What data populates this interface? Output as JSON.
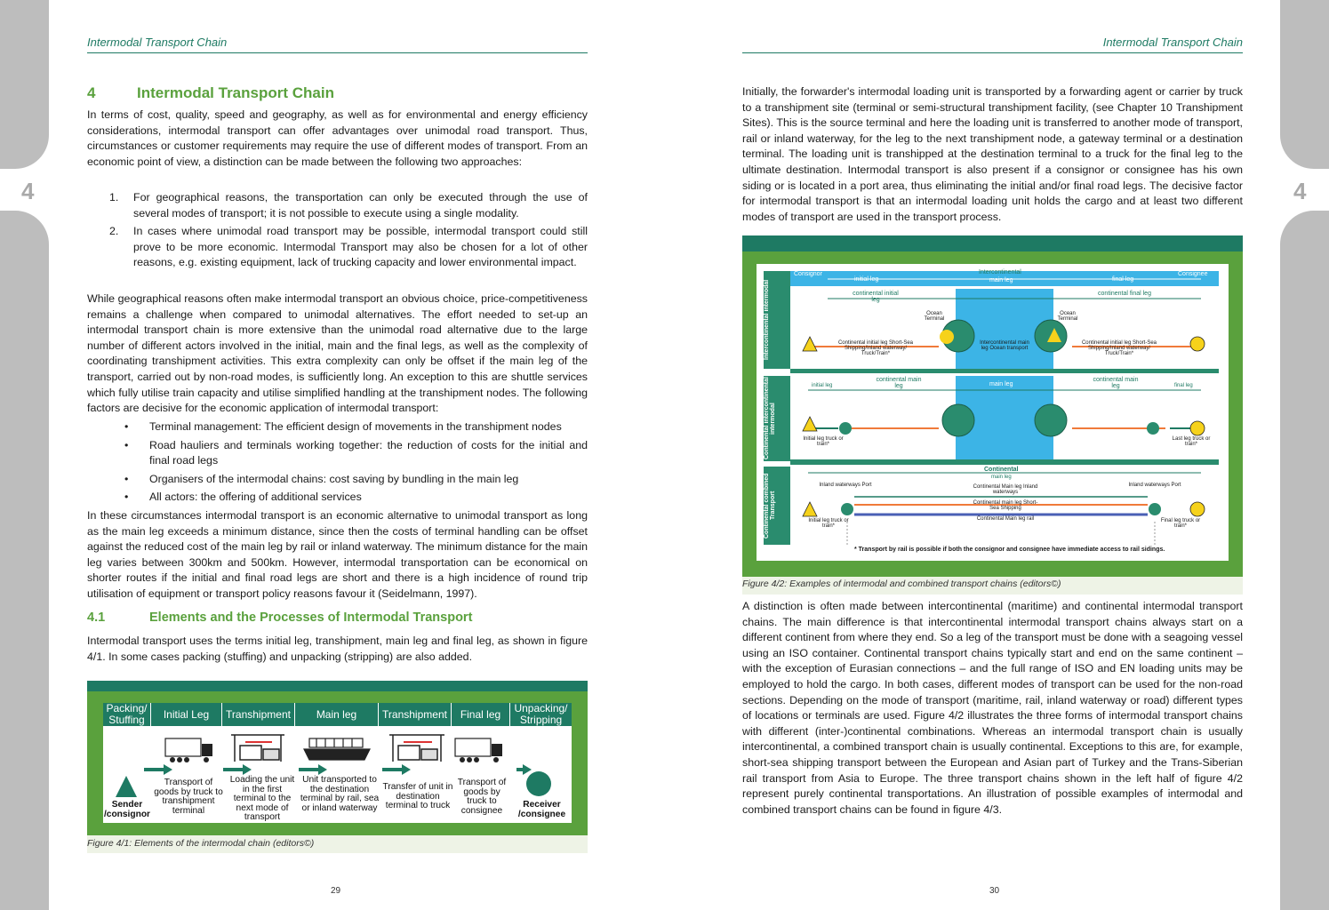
{
  "side_tab_number_left": "4",
  "side_tab_number_right": "4",
  "left_page": {
    "header": "Intermodal Transport Chain",
    "chapter_number": "4",
    "chapter_title": "Intermodal Transport Chain",
    "intro": "In terms of cost, quality, speed and geography, as well as for environmental and energy efficiency considerations, intermodal transport can offer advantages over unimodal road transport. Thus, circumstances or customer requirements may require the use of different modes of transport. From an economic point of view, a distinction can be made between the following two approaches:",
    "numbered": [
      {
        "n": "1.",
        "text": "For geographical reasons, the transportation can only be executed through the use of several modes of transport; it is not possible to execute using a single modality."
      },
      {
        "n": "2.",
        "text": "In cases where unimodal road transport may be possible, intermodal transport could still prove to be more economic. Intermodal Transport may also be chosen for a lot of other reasons, e.g. existing equipment, lack of trucking capacity and lower environmental impact."
      }
    ],
    "para2": "While geographical reasons often make intermodal transport an obvious choice, price-competitiveness remains a challenge when compared to unimodal alternatives. The effort needed to set-up an intermodal transport chain is more extensive than the unimodal road alternative due to the large number of different actors involved in the initial, main and the final legs, as well as the complexity of coordinating transhipment activities. This extra complexity can only be offset if the main leg of the transport, carried out by non-road modes, is sufficiently long. An exception to this are shuttle services which fully utilise train capacity and utilise simplified handling at the transhipment nodes. The following factors are decisive for the economic application of intermodal transport:",
    "bullets": [
      "Terminal management: The efficient design of movements in the transhipment nodes",
      "Road hauliers and terminals working together: the reduction of costs for the initial and final road legs",
      "Organisers of the intermodal chains: cost saving by bundling in the main leg",
      "All actors: the offering of additional services"
    ],
    "para3": "In these circumstances intermodal transport is an economic alternative to unimodal transport as long as the main leg exceeds a minimum distance, since then the costs of terminal handling can be offset against the reduced cost of the main leg by rail or inland waterway. The minimum distance for the main leg varies between 300km and 500km. However, intermodal transportation can be economical on shorter routes if the initial and final road legs are short and there is a high incidence of round trip utilisation of equipment or transport policy reasons favour it (Seidelmann, 1997).",
    "section_number": "4.1",
    "section_title": "Elements and the Processes of Intermodal Transport",
    "para4": "Intermodal transport uses the terms initial leg, transhipment, main leg and final leg, as shown in figure 4/1. In some cases packing (stuffing) and unpacking (stripping) are also added.",
    "figure1": {
      "headers": [
        "Packing/ Stuffing",
        "Initial Leg",
        "Transhipment",
        "Main leg",
        "Transhipment",
        "Final leg",
        "Unpacking/ Stripping"
      ],
      "sender": "Sender /consignor",
      "receiver": "Receiver /consignee",
      "steps": [
        "Transport of goods by truck to transhipment terminal",
        "Loading the unit in the first terminal to the next mode of transport",
        "Unit transported to the destination terminal by rail, sea or inland waterway",
        "Transfer of unit in destination terminal to truck",
        "Transport of goods by truck to consignee"
      ],
      "colors": {
        "header": "#1e7a63",
        "arrow": "#1e7a63",
        "frame": "#5aa13d"
      }
    },
    "figure1_caption": "Figure 4/1: Elements of the intermodal chain (editors©)",
    "page_number": "29"
  },
  "right_page": {
    "header": "Intermodal Transport Chain",
    "para1": "Initially, the forwarder's intermodal loading unit is transported by a forwarding agent or carrier by truck to a transhipment site (terminal or semi-structural transhipment facility, (see Chapter 10 Transhipment Sites). This is the source terminal and here the loading unit is transferred to another mode of transport, rail or inland waterway, for the leg to the next transhipment node, a gateway terminal or a destination terminal. The loading unit is transhipped at the destination terminal to a truck for the final leg to the ultimate destination. Intermodal transport is also present if a consignor or consignee has his own siding or is located in a port area, thus eliminating the initial and/or final road legs. The decisive factor for intermodal transport is that an intermodal loading unit holds the cargo and at least two different modes of transport are used in the transport process.",
    "figure2": {
      "row_labels": [
        "Intercontinental intermodal",
        "Continental intercontinental intermodal",
        "Continental combined Transport"
      ],
      "row1": {
        "consignor": "Consignor",
        "consignee": "Consignee",
        "initial_leg": "initial leg",
        "intercontinental": "Intercontinental",
        "main_leg": "main leg",
        "final_leg": "final leg",
        "continental_initial": "continental initial leg",
        "continental_final": "continental final leg",
        "ocean_terminal": "Ocean Terminal",
        "continental_initial_text": "Continental initial leg Short-Sea Shipping/Inland waterway/ Truck/Train*",
        "ocean_transport": "Intercontinental main leg Ocean transport"
      },
      "row2": {
        "initial_leg": "initial leg",
        "continental_main": "continental main leg",
        "final_leg": "final leg",
        "initial_truck": "Initial leg truck or train*",
        "last_truck": "Last leg truck or train*"
      },
      "row3": {
        "continental": "Continental",
        "main_leg": "main leg",
        "port": "Inland waterways Port",
        "main_waterways": "Continental Main leg Inland waterways",
        "main_sss": "Continental main leg Short-Sea Shipping",
        "main_rail": "Continental Main leg rail",
        "initial_truck": "Initial leg truck or train*",
        "final_truck": "Final leg truck or train*"
      },
      "footnote": "* Transport by rail is possible if both the consignor and consignee have immediate access to rail sidings.",
      "colors": {
        "band": "#2a8c6e",
        "sea": "#3cb4e6",
        "arrow_green": "#1e7a63",
        "arrow_orange": "#f07a3a",
        "arrow_blue": "#4a5fb5",
        "triangle": "#f6d21b"
      }
    },
    "figure2_caption": "Figure 4/2: Examples of intermodal and combined transport chains (editors©)",
    "para2": "A distinction is often made between intercontinental (maritime) and continental intermodal transport chains. The main difference is that intercontinental intermodal transport chains always start on a different continent from where they end. So a leg of the transport must be done with a seagoing vessel using an ISO container. Continental transport chains typically start and end on the same continent – with the exception of Eurasian connections – and the full range of ISO and EN loading units may be employed to hold the cargo. In both cases, different modes of transport can be used for the non-road sections. Depending on the mode of transport (maritime, rail, inland waterway or road) different types of locations or terminals are used. Figure 4/2 illustrates the three forms of intermodal transport chains with different (inter-)continental combinations. Whereas an intermodal transport chain is usually intercontinental, a combined transport chain is usually continental. Exceptions to this are, for example, short-sea shipping transport between the European and Asian part of Turkey and the Trans-Siberian rail transport from Asia to Europe. The three transport chains shown in the left half of figure 4/2 represent purely continental transportations. An illustration of possible examples of intermodal and combined transport chains can be found in figure 4/3.",
    "page_number": "30"
  }
}
